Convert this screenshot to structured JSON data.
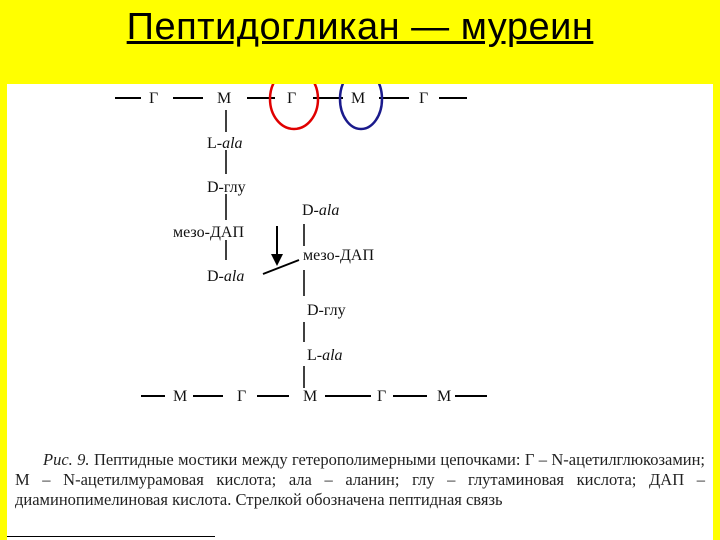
{
  "slide": {
    "title": "Пептидогликан — муреин",
    "colors": {
      "background": "#ffff00",
      "red_circle": "#e00000",
      "blue_circle": "#1a1a8c"
    }
  },
  "diagram": {
    "top_chain": [
      "Г",
      "М",
      "Г",
      "М",
      "Г"
    ],
    "bottom_chain": [
      "М",
      "Г",
      "М",
      "Г",
      "М"
    ],
    "left_bridge": {
      "l_ala_prefix": "L-",
      "d_glu": "D-глу",
      "meso_dap": "мезо-ДАП",
      "d_ala_prefix": "D-"
    },
    "right_bridge": {
      "d_ala_prefix": "D-",
      "meso_dap": "мезо-ДАП",
      "d_glu": "D-глу",
      "l_ala_prefix": "L-"
    },
    "ala": "ala",
    "icons": [
      "red-circle-highlight",
      "blue-circle-highlight",
      "down-arrow-icon"
    ]
  },
  "caption": {
    "figure_number": "Рис. 9.",
    "text": "Пептидные мостики между гетерополимерными цепочками: Г – N-ацетилглюкозамин; М – N-ацетилмурамовая кислота; ала – аланин; глу – глутаминовая кислота; ДАП – диаминопимелиновая кислота. Стрелкой обозначена пептидная связь"
  }
}
